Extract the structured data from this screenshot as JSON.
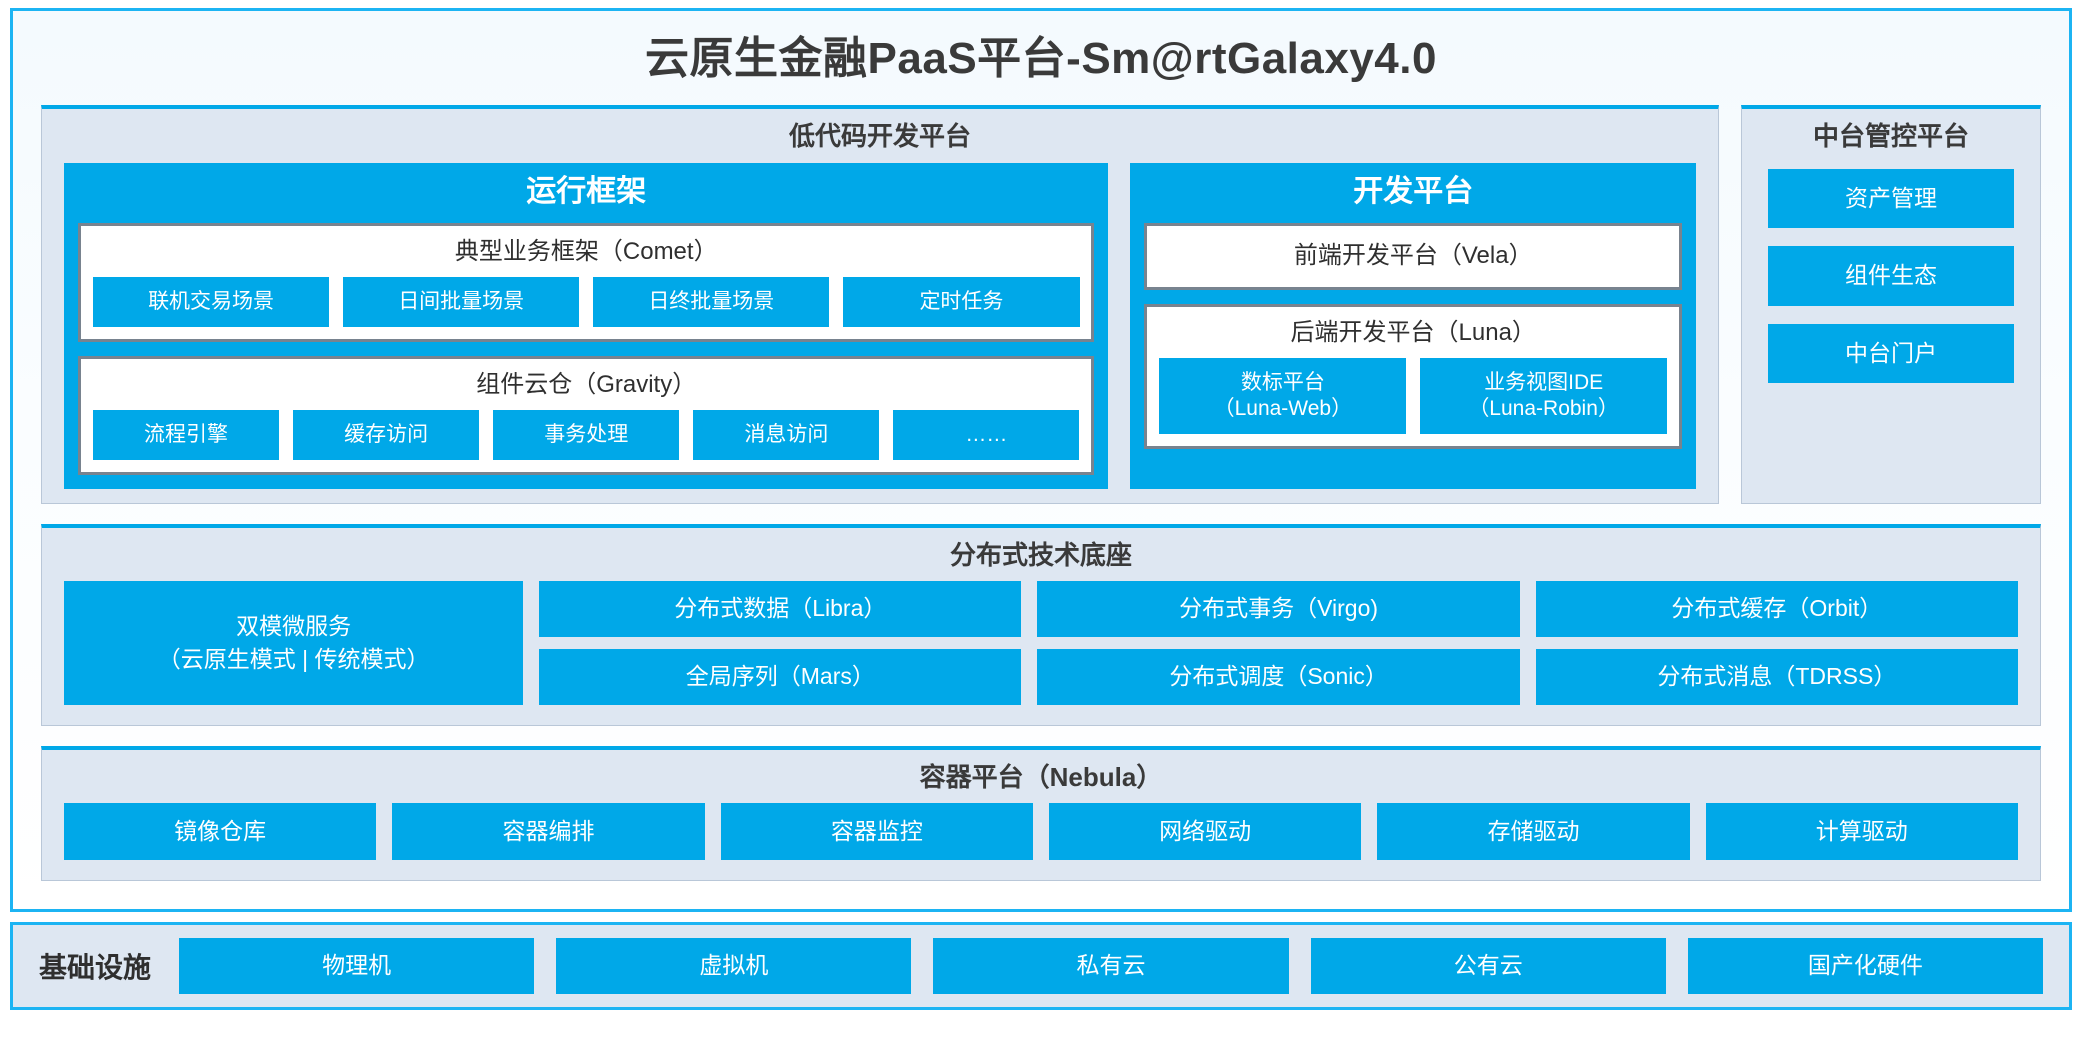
{
  "platform": {
    "title": "云原生金融PaaS平台-Sm@rtGalaxy4.0"
  },
  "colors": {
    "accent_blue": "#00A8E8",
    "frame_blue": "#1CB4F3",
    "panel_bg": "#DEE7F2",
    "box_border_gray": "#78838F",
    "text_dark": "#3A3A3A"
  },
  "lowcode": {
    "title": "低代码开发平台",
    "runtime": {
      "title": "运行框架",
      "comet": {
        "title": "典型业务框架（Comet）",
        "items": [
          {
            "label": "联机交易场景"
          },
          {
            "label": "日间批量场景"
          },
          {
            "label": "日终批量场景"
          },
          {
            "label": "定时任务"
          }
        ]
      },
      "gravity": {
        "title": "组件云仓（Gravity）",
        "items": [
          {
            "label": "流程引擎"
          },
          {
            "label": "缓存访问"
          },
          {
            "label": "事务处理"
          },
          {
            "label": "消息访问"
          },
          {
            "label": "……"
          }
        ]
      }
    },
    "devplatform": {
      "title": "开发平台",
      "frontend": {
        "label": "前端开发平台（Vela）"
      },
      "backend": {
        "title": "后端开发平台（Luna）",
        "items": [
          {
            "label": "数标平台",
            "sub": "（Luna-Web）"
          },
          {
            "label": "业务视图IDE",
            "sub": "（Luna-Robin）"
          }
        ]
      }
    }
  },
  "midplatform": {
    "title": "中台管控平台",
    "items": [
      {
        "label": "资产管理"
      },
      {
        "label": "组件生态"
      },
      {
        "label": "中台门户"
      }
    ]
  },
  "distributed": {
    "title": "分布式技术底座",
    "dual_mode": {
      "line1": "双模微服务",
      "line2": "（云原生模式 | 传统模式）"
    },
    "columns": [
      {
        "items": [
          {
            "label": "分布式数据（Libra）"
          },
          {
            "label": "全局序列（Mars）"
          }
        ]
      },
      {
        "items": [
          {
            "label": "分布式事务（Virgo)"
          },
          {
            "label": "分布式调度（Sonic）"
          }
        ]
      },
      {
        "items": [
          {
            "label": "分布式缓存（Orbit）"
          },
          {
            "label": "分布式消息（TDRSS）"
          }
        ]
      }
    ]
  },
  "container": {
    "title": "容器平台（Nebula）",
    "items": [
      {
        "label": "镜像仓库"
      },
      {
        "label": "容器编排"
      },
      {
        "label": "容器监控"
      },
      {
        "label": "网络驱动"
      },
      {
        "label": "存储驱动"
      },
      {
        "label": "计算驱动"
      }
    ]
  },
  "infrastructure": {
    "label": "基础设施",
    "items": [
      {
        "label": "物理机"
      },
      {
        "label": "虚拟机"
      },
      {
        "label": "私有云"
      },
      {
        "label": "公有云"
      },
      {
        "label": "国产化硬件"
      }
    ]
  }
}
